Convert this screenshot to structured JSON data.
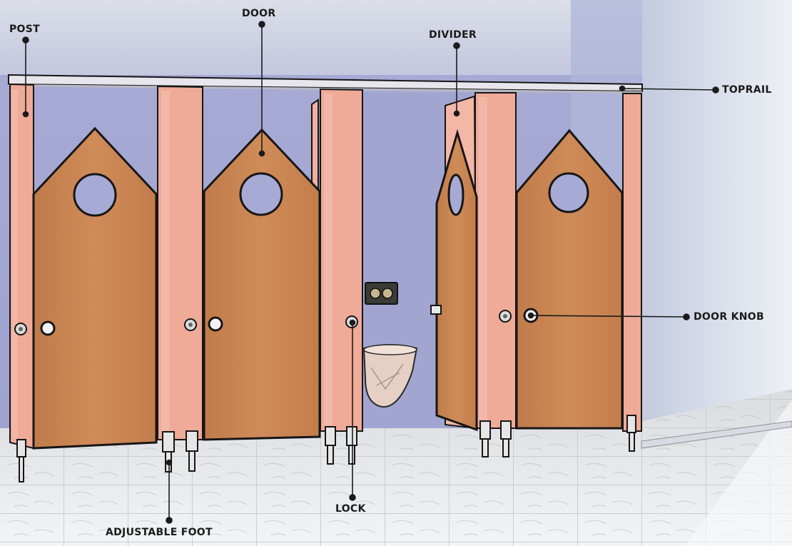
{
  "labels": {
    "post": "POST",
    "door": "DOOR",
    "divider": "DIVIDER",
    "toprail": "TOPRAIL",
    "door_knob": "DOOR KNOB",
    "lock": "LOCK",
    "adjustable_foot": "ADJUSTABLE FOOT"
  },
  "colors": {
    "wall": "#a9acd6",
    "panel": "#efaa98",
    "door": "#c9824f",
    "outline": "#161616",
    "floor": "#eef0f1",
    "rail": "#e4e4ea"
  }
}
